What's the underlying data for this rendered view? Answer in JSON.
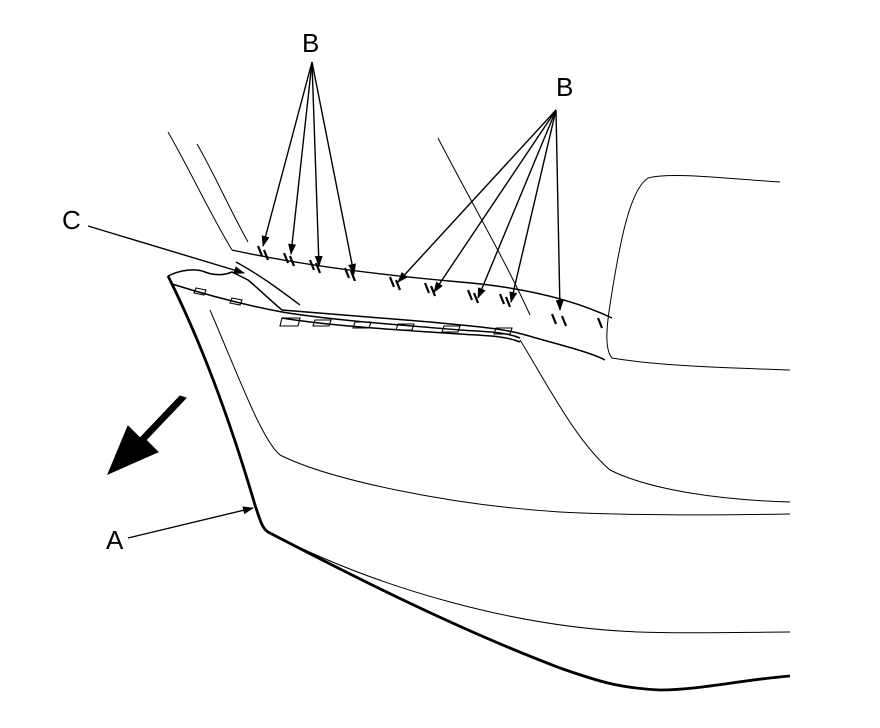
{
  "callouts": {
    "a": "A",
    "b_left": "B",
    "b_right": "B",
    "c": "C"
  },
  "icons": {
    "direction": "removal-direction-arrow-icon"
  },
  "colors": {
    "line": "#000000",
    "background": "#ffffff"
  }
}
